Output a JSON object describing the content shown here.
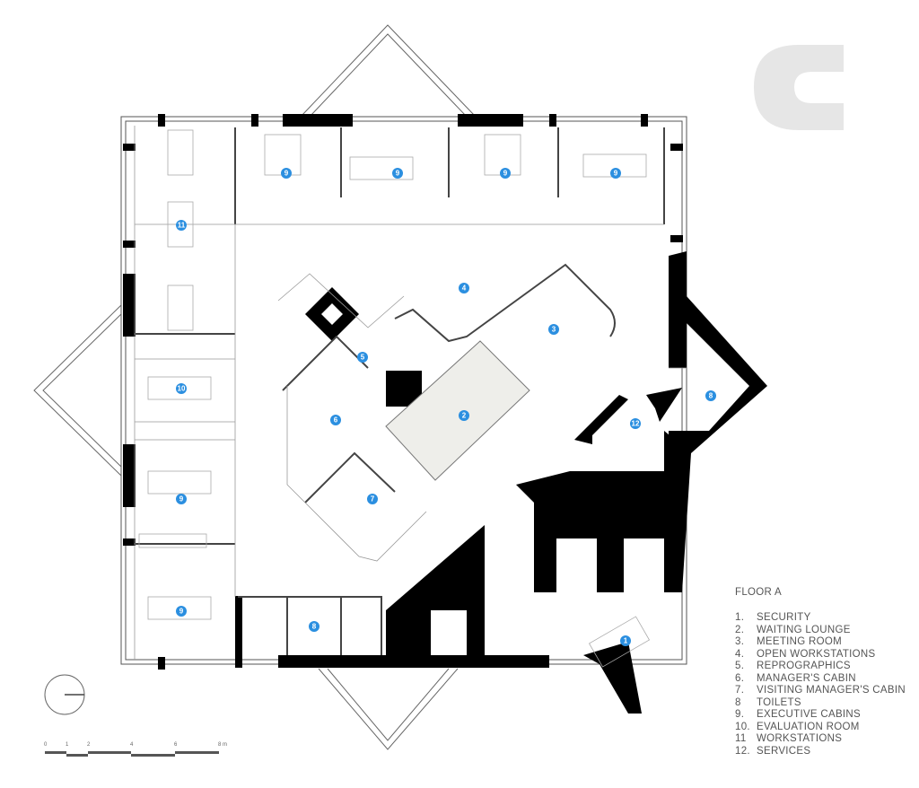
{
  "legend": {
    "title": "FLOOR A",
    "items": [
      {
        "num": "1.",
        "label": "SECURITY"
      },
      {
        "num": "2.",
        "label": "WAITING LOUNGE"
      },
      {
        "num": "3.",
        "label": "MEETING ROOM"
      },
      {
        "num": "4.",
        "label": "OPEN WORKSTATIONS"
      },
      {
        "num": "5.",
        "label": "REPROGRAPHICS"
      },
      {
        "num": "6.",
        "label": "MANAGER'S CABIN"
      },
      {
        "num": "7.",
        "label": "VISITING MANAGER'S CABIN"
      },
      {
        "num": "8",
        "label": "TOILETS"
      },
      {
        "num": "9.",
        "label": "EXECUTIVE CABINS"
      },
      {
        "num": "10.",
        "label": "EVALUATION ROOM"
      },
      {
        "num": "11",
        "label": "WORKSTATIONS"
      },
      {
        "num": "12.",
        "label": "SERVICES"
      }
    ]
  },
  "markers": [
    "9",
    "9",
    "9",
    "9",
    "11",
    "4",
    "3",
    "5",
    "10",
    "2",
    "6",
    "8",
    "12",
    "9",
    "7",
    "9",
    "8",
    "1"
  ],
  "scale": {
    "ticks": [
      "0",
      "1",
      "2",
      "4",
      "6",
      "8 m"
    ]
  },
  "logo": {
    "letter": "C"
  },
  "colors": {
    "marker": "#2b8fe0",
    "wall": "#000000",
    "logo": "#e6e6e6",
    "lounge": "#eeeeea"
  }
}
